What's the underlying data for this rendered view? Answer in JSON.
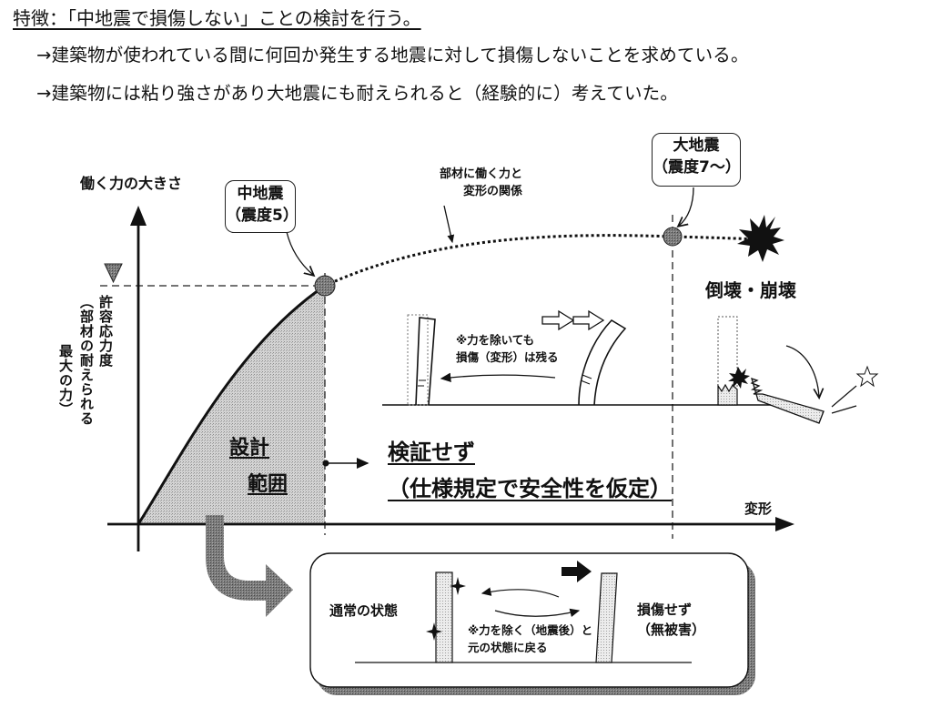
{
  "heading": "特徴：「中地震で損傷しない」ことの検討を行う。",
  "bullets": [
    "→建築物が使われている間に何回か発生する地震に対して損傷しないことを求めている。",
    "→建築物には粘り強さがあり大地震にも耐えられると（経験的に）考えていた。"
  ],
  "chart": {
    "y_axis_label": "働く力の大きさ",
    "x_axis_label": "変形",
    "allowable_stress": {
      "line1": "許容応力度",
      "line2": "（部材の耐えられる",
      "line3": "最大の力）"
    },
    "curve_label": {
      "line1": "部材に働く力と",
      "line2": "変形の関係"
    },
    "mid_quake": {
      "line1": "中地震",
      "line2": "（震度5）"
    },
    "large_quake": {
      "line1": "大地震",
      "line2": "（震度7～）"
    },
    "design_range": {
      "line1": "設計",
      "line2": "範囲"
    },
    "not_verified": {
      "line1": "検証せず",
      "line2": "（仕様規定で安全性を仮定）"
    },
    "residual_note": {
      "line1": "※力を除いても",
      "line2": "損傷（変形）は残る"
    },
    "collapse_label": "倒壊・崩壊"
  },
  "inset": {
    "normal_state": "通常の状態",
    "no_damage": {
      "line1": "損傷せず",
      "line2": "（無被害）"
    },
    "return_note": {
      "line1": "※力を除く（地震後）と",
      "line2": "元の状態に戻る"
    }
  },
  "colors": {
    "ink": "#111111",
    "shade": "#bdbdbd",
    "marker": "#555555",
    "shadow": "#7a7a7a"
  }
}
